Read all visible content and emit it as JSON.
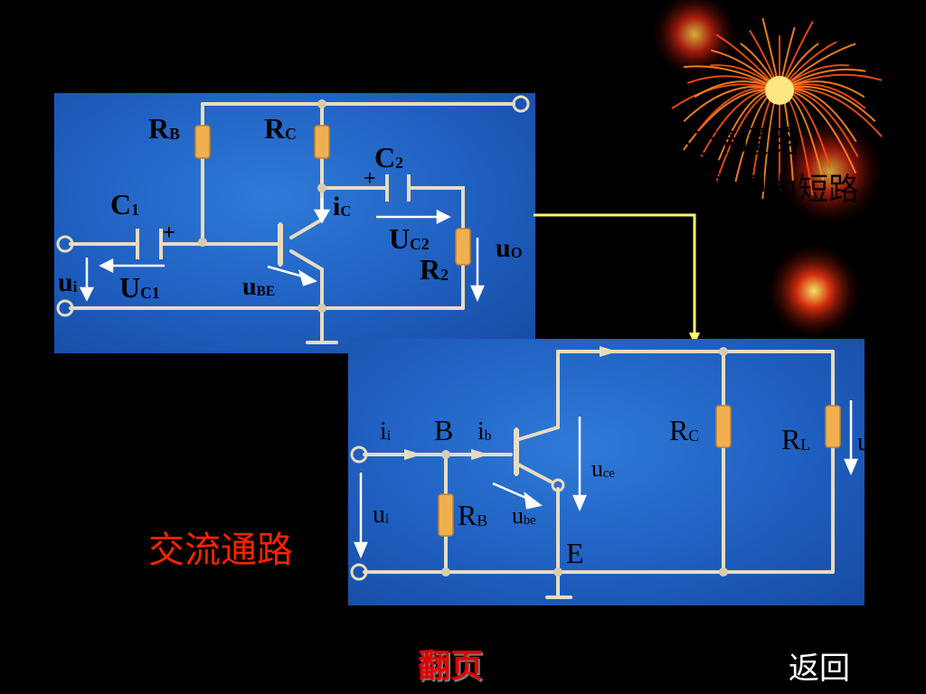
{
  "background_text": {
    "line1": "交流通路",
    "line2": "容视为短路"
  },
  "section_title": "交流通路",
  "nav": {
    "page_turn": "翻页",
    "back": "返回"
  },
  "colors": {
    "background": "#000000",
    "panel_blue": "#1f5fc0",
    "wire": "#e8dcc0",
    "resistor": "#f0b050",
    "title_red": "#ff2200",
    "nav_red": "#e00000",
    "connector_yellow": "#ffff66"
  },
  "dc_circuit": {
    "labels": {
      "rb": {
        "main": "R",
        "sub": "B"
      },
      "rc": {
        "main": "R",
        "sub": "C"
      },
      "c2": {
        "main": "C",
        "sub": "2"
      },
      "c1": {
        "main": "C",
        "sub": "1"
      },
      "ic": {
        "main": "i",
        "sub": "C"
      },
      "uc2": {
        "main": "U",
        "sub": "C2"
      },
      "uo": {
        "main": "u",
        "sub": "O"
      },
      "r2": {
        "main": "R",
        "sub": "2"
      },
      "ui": {
        "main": "u",
        "sub": "i"
      },
      "uc1": {
        "main": "U",
        "sub": "C1"
      },
      "ube": {
        "main": "u",
        "sub": "BE"
      },
      "plus": "+"
    }
  },
  "ac_circuit": {
    "labels": {
      "ii": {
        "main": "i",
        "sub": "i"
      },
      "b": "B",
      "ib": {
        "main": "i",
        "sub": "b"
      },
      "rc": {
        "main": "R",
        "sub": "C"
      },
      "rl": {
        "main": "R",
        "sub": "L"
      },
      "uo_partial": "u",
      "uce": {
        "main": "u",
        "sub": "ce"
      },
      "ui": {
        "main": "u",
        "sub": "i"
      },
      "rb": {
        "main": "R",
        "sub": "B"
      },
      "ube": {
        "main": "u",
        "sub": "be"
      },
      "e": "E"
    }
  }
}
